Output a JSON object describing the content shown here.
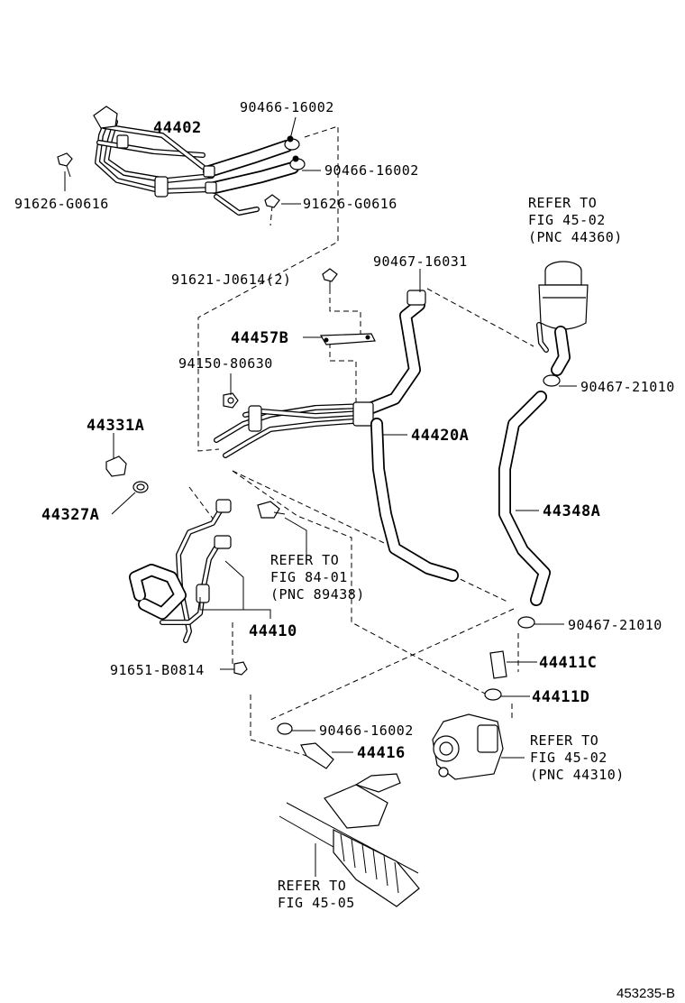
{
  "labels": {
    "p44402": "44402",
    "p90466_16002_a": "90466-16002",
    "p90466_16002_b": "90466-16002",
    "p91626_left": "91626-G0616",
    "p91626_right": "91626-G0616",
    "p91621": "91621-J0614(2)",
    "p90467_16031": "90467-16031",
    "p44457B": "44457B",
    "p94150": "94150-80630",
    "p90467_21010_top": "90467-21010",
    "p44331A": "44331A",
    "p44420A": "44420A",
    "p44327A": "44327A",
    "p44348A": "44348A",
    "p44410": "44410",
    "p90467_21010_bot": "90467-21010",
    "p91651": "91651-B0814",
    "p44411C": "44411C",
    "p44411D": "44411D",
    "p90466_16002_c": "90466-16002",
    "p44416": "44416"
  },
  "refs": {
    "reservoir": [
      "REFER TO",
      "FIG 45-02",
      "(PNC 44360)"
    ],
    "switch": [
      "REFER TO",
      "FIG 84-01",
      "(PNC 89438)"
    ],
    "pump": [
      "REFER TO",
      "FIG 45-02",
      "(PNC 44310)"
    ],
    "gear": [
      "REFER TO",
      "FIG 45-05"
    ]
  },
  "figure_code": "453235-B"
}
